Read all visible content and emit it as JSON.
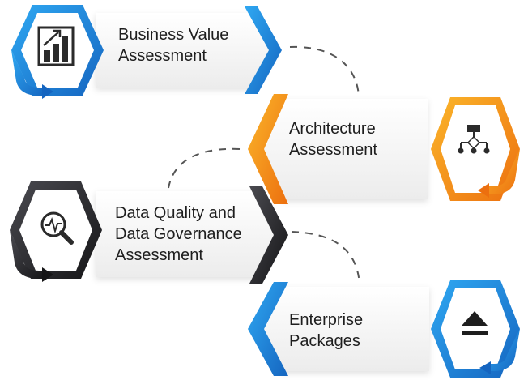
{
  "steps": [
    {
      "lines": [
        "Business Value",
        "Assessment"
      ],
      "icon": "bar-chart-growth-icon",
      "color": "#1f8fe0",
      "accent": "#1b6fc0"
    },
    {
      "lines": [
        "Architecture",
        "Assessment"
      ],
      "icon": "hierarchy-icon",
      "color": "#f7a11a",
      "accent": "#ee7d10"
    },
    {
      "lines": [
        "Data Quality and",
        "Data Governance",
        "Assessment"
      ],
      "icon": "magnifier-pulse-icon",
      "color": "#2f2f33",
      "accent": "#1a1a1c"
    },
    {
      "lines": [
        "Enterprise",
        "Packages"
      ],
      "icon": "eject-icon",
      "color": "#1f8fe0",
      "accent": "#1b6fc0"
    }
  ]
}
